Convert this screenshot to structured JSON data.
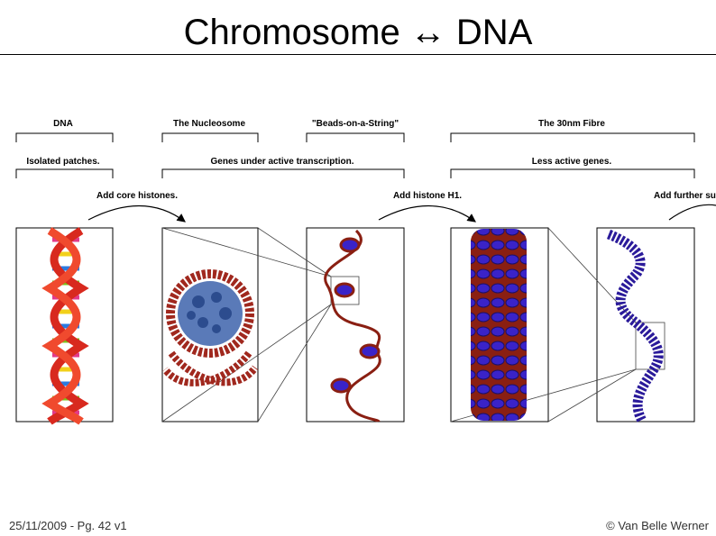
{
  "slide": {
    "title": "Chromosome ↔ DNA",
    "footer_left": "25/11/2009 - Pg. 42 v1",
    "footer_right": "© Van Belle Werner"
  },
  "diagram": {
    "stage_labels": [
      "DNA",
      "The Nucleosome",
      "\"Beads-on-a-String\"",
      "The 30nm Fibre"
    ],
    "activity_labels": [
      "Isolated patches.",
      "Genes under active transcription.",
      "Less active genes."
    ],
    "step_labels": [
      "Add core histones.",
      "Add histone H1.",
      "Add further su"
    ]
  }
}
